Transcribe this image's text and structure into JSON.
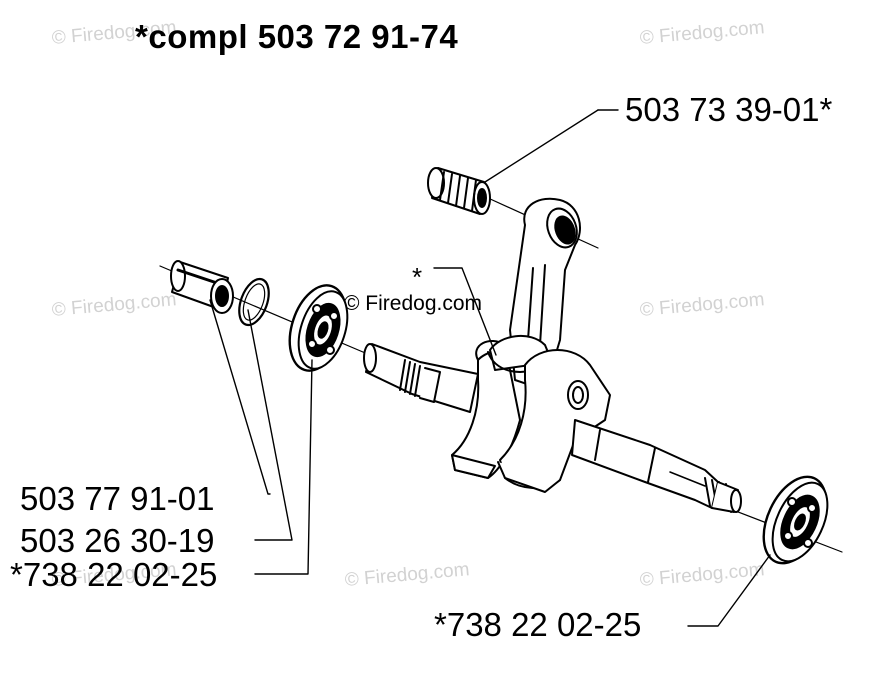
{
  "title": "*compl 503 72 91-74",
  "parts": {
    "top_right": "503 73 39-01*",
    "left_1": "503 77 91-01",
    "left_2": "503 26 30-19",
    "left_3": "*738 22 02-25",
    "bottom_right": "*738 22 02-25",
    "crank_marker": "*"
  },
  "watermarks": {
    "text": "© Firedog.com"
  }
}
